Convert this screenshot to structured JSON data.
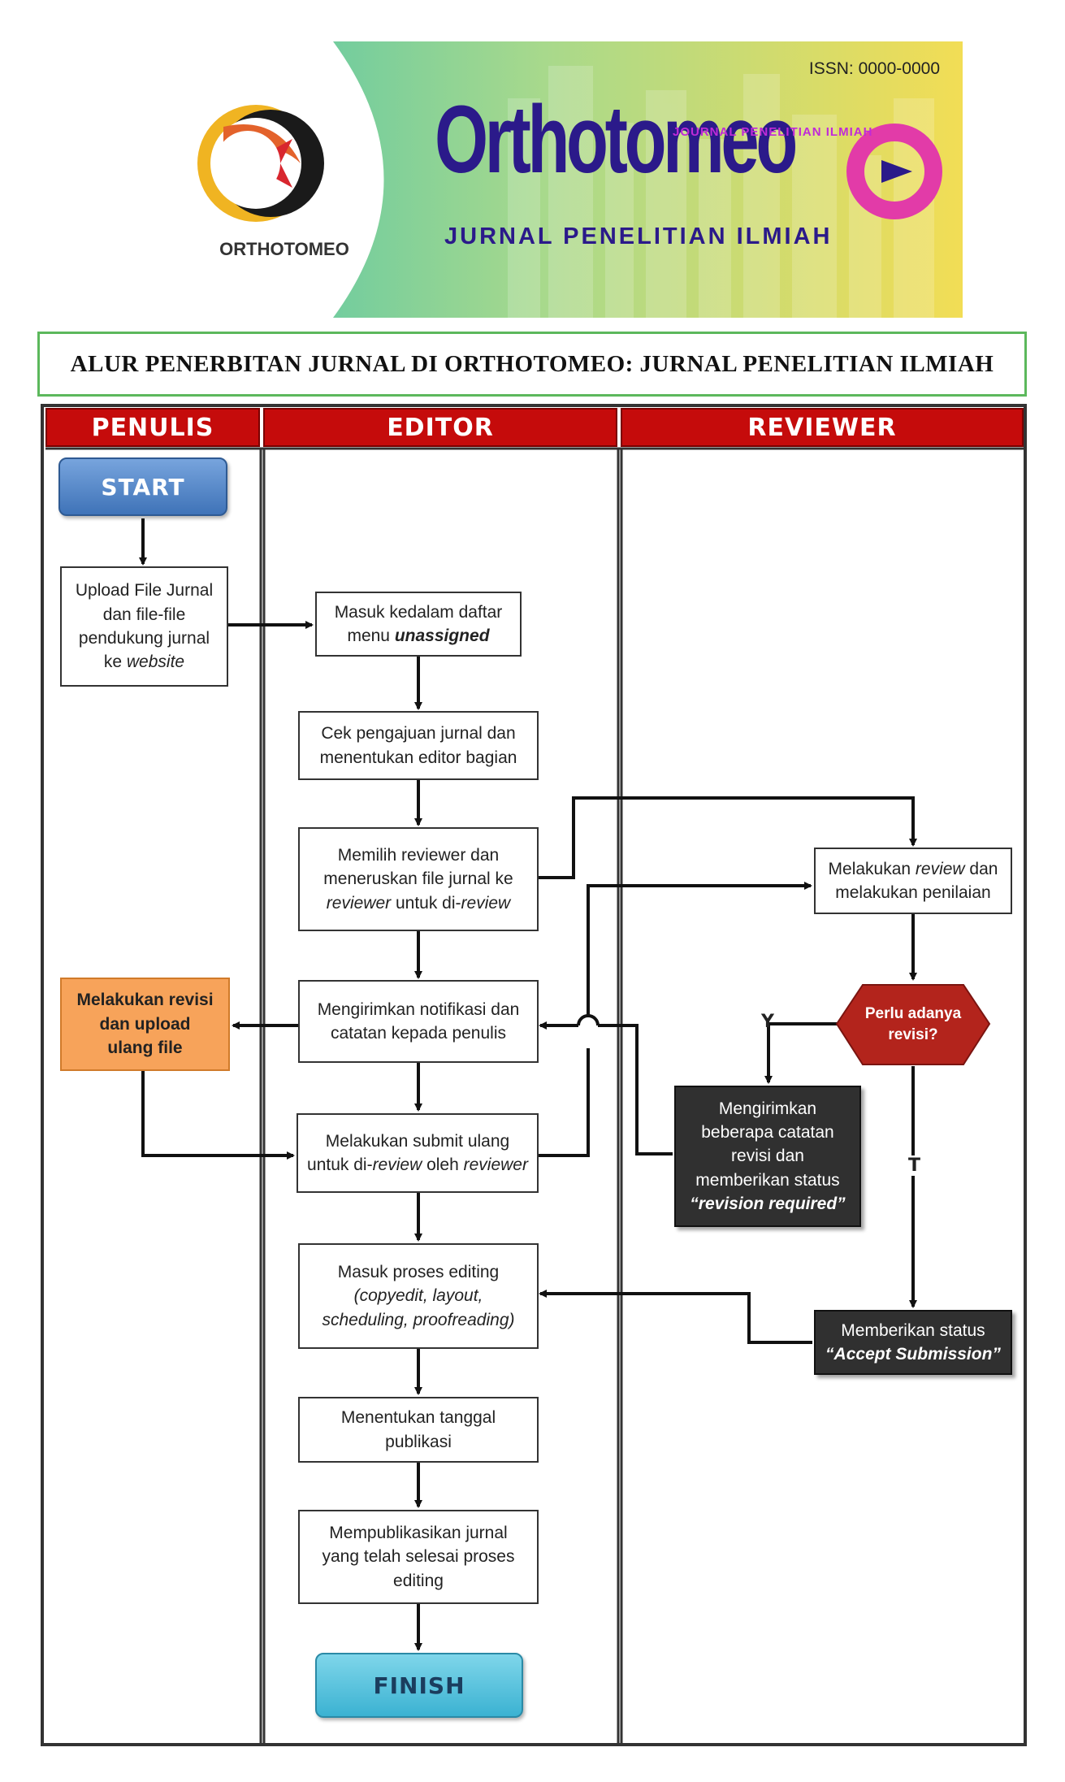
{
  "banner": {
    "logo_caption": "ORTHOTOMEO",
    "issn": "ISSN: 0000-0000",
    "brand_name": "Orthotomeo",
    "brand_small": "JOURNAL PENELITIAN ILMIAH",
    "brand_tagline": "JURNAL PENELITIAN ILMIAH"
  },
  "title": "ALUR PENERBITAN JURNAL DI ORTHOTOMEO: JURNAL PENELITIAN ILMIAH",
  "lanes": [
    "PENULIS",
    "EDITOR",
    "REVIEWER"
  ],
  "nodes": {
    "start": "START",
    "upload_file": {
      "l1": "Upload File Jurnal",
      "l2": "dan file-file",
      "l3": "pendukung jurnal",
      "l4a": "ke ",
      "l4b": "website"
    },
    "masuk_daftar": {
      "l1": "Masuk kedalam daftar",
      "l2a": "menu ",
      "l2b": "unassigned"
    },
    "cek_pengajuan": {
      "l1": "Cek pengajuan jurnal dan",
      "l2": "menentukan editor bagian"
    },
    "memilih_reviewer": {
      "l1": "Memilih reviewer dan",
      "l2": "meneruskan file jurnal ke",
      "l3a": "reviewer",
      "l3b": " untuk di-",
      "l3c": "review"
    },
    "melakukan_review": {
      "l1a": "Melakukan ",
      "l1b": "review",
      "l1c": " dan",
      "l2": "melakukan penilaian"
    },
    "mengirimkan_notifikasi": {
      "l1": "Mengirimkan notifikasi dan",
      "l2": "catatan kepada penulis"
    },
    "melakukan_revisi": {
      "l1": "Melakukan revisi",
      "l2": "dan upload",
      "l3": "ulang file"
    },
    "perlu_revisi": {
      "l1": "Perlu adanya",
      "l2": "revisi?"
    },
    "label_yes": "Y",
    "label_no": "T",
    "mengirimkan_catatan": {
      "l1": "Mengirimkan",
      "l2": "beberapa catatan",
      "l3": "revisi dan",
      "l4": "memberikan status",
      "l5": "“revision required”"
    },
    "submit_ulang": {
      "l1": "Melakukan submit ulang",
      "l2a": "untuk di-",
      "l2b": "review",
      "l2c": " oleh ",
      "l2d": "reviewer"
    },
    "proses_editing": {
      "l1": "Masuk proses editing",
      "l2": "(copyedit, layout,",
      "l3": "scheduling, proofreading)"
    },
    "accept_submission": {
      "l1": "Memberikan status",
      "l2": "“Accept Submission”"
    },
    "menentukan_tanggal": {
      "l1": "Menentukan tanggal",
      "l2": "publikasi"
    },
    "mempublikasikan": {
      "l1": "Mempublikasikan jurnal",
      "l2": "yang telah selesai proses",
      "l3": "editing"
    },
    "finish": "FINISH"
  },
  "colors": {
    "lane_header": "#c50b0b",
    "start_fill": "#4f82c4",
    "finish_fill": "#4fbcd8",
    "revision_box": "#f7a35a",
    "decision_fill": "#b3241c",
    "dark_box": "#303030",
    "title_border": "#5cb85c"
  }
}
